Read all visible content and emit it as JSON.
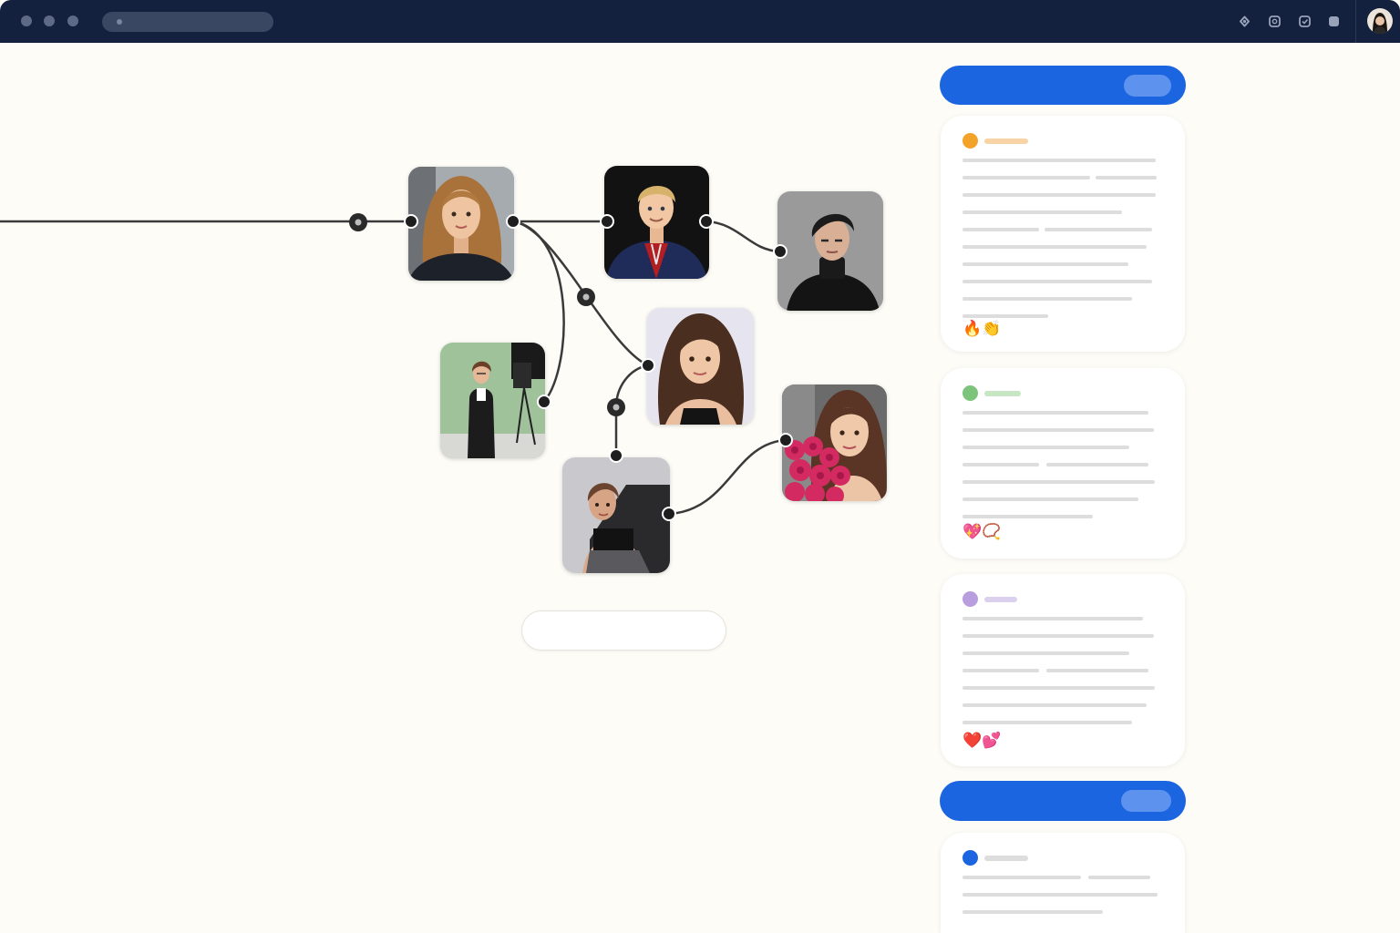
{
  "window": {
    "controls": [
      "close",
      "minimize",
      "maximize"
    ],
    "address_bar": {
      "value": ""
    },
    "toolbar_icons": [
      "pin-icon",
      "square-clock-icon",
      "check-square-icon",
      "square-icon"
    ],
    "account": {
      "icon": "user-avatar"
    }
  },
  "canvas": {
    "nodes": [
      {
        "id": "woman-long-hair",
        "icon": "portrait-woman-long-blonde-hair"
      },
      {
        "id": "man-blazer",
        "icon": "portrait-man-navy-blazer"
      },
      {
        "id": "man-turtleneck",
        "icon": "portrait-man-black-turtleneck"
      },
      {
        "id": "woman-brown-hair",
        "icon": "portrait-woman-brown-hair"
      },
      {
        "id": "woman-suit-camera",
        "icon": "portrait-woman-suit-camera"
      },
      {
        "id": "woman-chair",
        "icon": "portrait-woman-sitting-chair"
      },
      {
        "id": "woman-roses",
        "icon": "portrait-woman-roses"
      }
    ],
    "input_pill": {
      "value": ""
    }
  },
  "sidebar": {
    "header_bar": {
      "button_label": ""
    },
    "cards": [
      {
        "accent": "#f4a32a",
        "reactions": "🔥👏"
      },
      {
        "accent": "#7cc47c",
        "reactions": "💖📿"
      },
      {
        "accent": "#b89ddf",
        "reactions": "❤️💕"
      },
      {
        "accent": "#1b65e0",
        "reactions": ""
      }
    ],
    "footer_bar": {
      "button_label": ""
    }
  },
  "colors": {
    "topbar": "#13213f",
    "page_background": "#fdfcf7",
    "primary_blue": "#1b65e0",
    "connector": "#3a3a3a"
  }
}
